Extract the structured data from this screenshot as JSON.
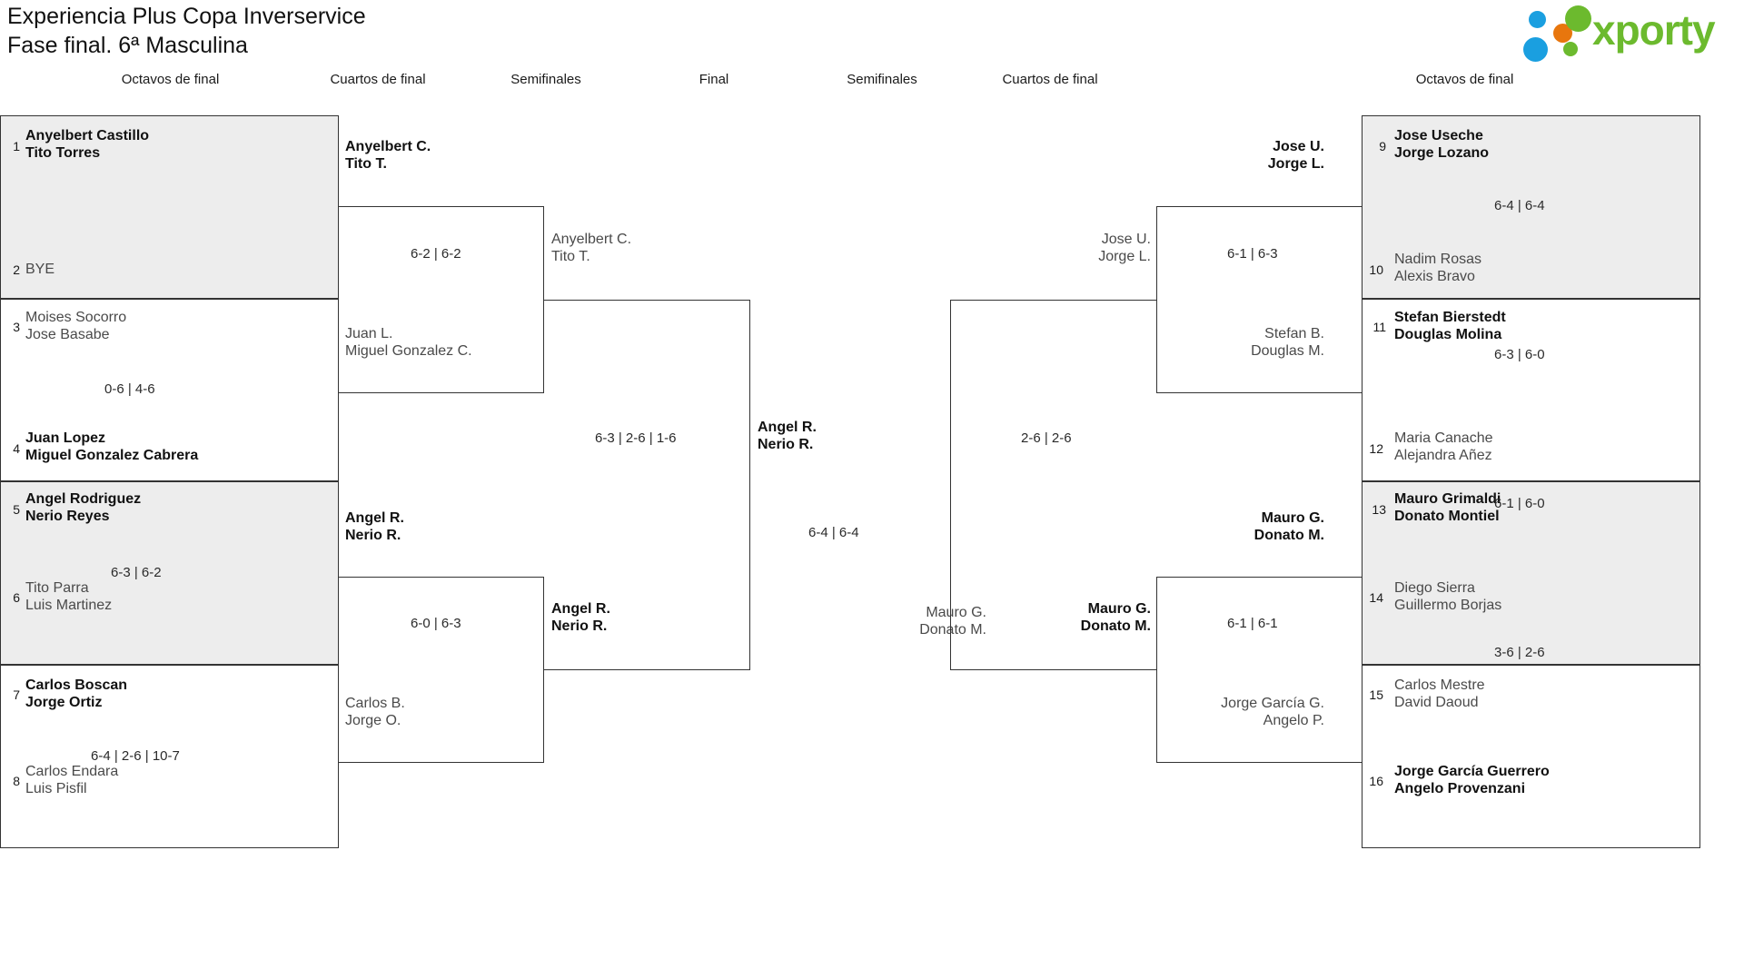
{
  "header": {
    "title_line1": "Experiencia Plus Copa Inverservice",
    "title_line2": "Fase final. 6ª Masculina",
    "logo_text": "xporty",
    "logo_colors": {
      "green": "#6cba2e",
      "blue": "#1a9fe0",
      "orange": "#e8760d"
    }
  },
  "round_headers": {
    "left_octavos": "Octavos de final",
    "left_cuartos": "Cuartos de final",
    "left_semis": "Semifinales",
    "final": "Final",
    "right_semis": "Semifinales",
    "right_cuartos": "Cuartos de final",
    "right_octavos": "Octavos de final"
  },
  "left_octavos": [
    {
      "seed": "1",
      "p1": "Anyelbert Castillo",
      "p2": "Tito Torres",
      "state": "win"
    },
    {
      "seed": "2",
      "p1": "BYE",
      "p2": "",
      "state": "lose"
    },
    {
      "seed": "3",
      "p1": "Moises Socorro",
      "p2": "Jose Basabe",
      "state": "lose"
    },
    {
      "seed": "4",
      "p1": "Juan Lopez",
      "p2": "Miguel Gonzalez Cabrera",
      "state": "win"
    },
    {
      "seed": "5",
      "p1": "Angel Rodriguez",
      "p2": "Nerio Reyes",
      "state": "win"
    },
    {
      "seed": "6",
      "p1": "Tito Parra",
      "p2": "Luis Martinez",
      "state": "lose"
    },
    {
      "seed": "7",
      "p1": "Carlos Boscan",
      "p2": "Jorge Ortiz",
      "state": "win"
    },
    {
      "seed": "8",
      "p1": "Carlos Endara",
      "p2": "Luis Pisfil",
      "state": "lose"
    }
  ],
  "left_octavos_scores": [
    "",
    "0-6 | 4-6",
    "6-3 | 6-2",
    "6-4 | 2-6 | 10-7"
  ],
  "left_cuartos": [
    {
      "p1": "Anyelbert C.",
      "p2": "Tito T.",
      "state": "win"
    },
    {
      "p1": "Juan L.",
      "p2": "Miguel Gonzalez C.",
      "state": "lose"
    },
    {
      "p1": "Angel R.",
      "p2": "Nerio R.",
      "state": "win"
    },
    {
      "p1": "Carlos B.",
      "p2": "Jorge O.",
      "state": "lose"
    }
  ],
  "left_cuartos_scores": [
    "6-2 | 6-2",
    "6-0 | 6-3"
  ],
  "left_semis": [
    {
      "p1": "Anyelbert C.",
      "p2": "Tito T.",
      "state": "lose"
    },
    {
      "p1": "Angel R.",
      "p2": "Nerio R.",
      "state": "win"
    }
  ],
  "left_semis_score": "6-3 | 2-6 | 1-6",
  "final": {
    "left_team": {
      "p1": "Angel R.",
      "p2": "Nerio R.",
      "state": "win"
    },
    "right_team": {
      "p1": "Mauro G.",
      "p2": "Donato M.",
      "state": "lose"
    },
    "score": "6-4 | 6-4"
  },
  "right_semis": [
    {
      "p1": "Jose U.",
      "p2": "Jorge L.",
      "state": "lose"
    },
    {
      "p1": "Mauro G.",
      "p2": "Donato M.",
      "state": "win"
    }
  ],
  "right_semis_score": "2-6 | 2-6",
  "right_cuartos": [
    {
      "p1": "Jose U.",
      "p2": "Jorge L.",
      "state": "win"
    },
    {
      "p1": "Stefan B.",
      "p2": "Douglas M.",
      "state": "lose"
    },
    {
      "p1": "Mauro G.",
      "p2": "Donato M.",
      "state": "win"
    },
    {
      "p1": "Jorge García G.",
      "p2": "Angelo P.",
      "state": "lose"
    }
  ],
  "right_cuartos_scores": [
    "6-1 | 6-3",
    "6-1 | 6-1"
  ],
  "right_octavos": [
    {
      "seed": "9",
      "p1": "Jose Useche",
      "p2": "Jorge Lozano",
      "state": "win"
    },
    {
      "seed": "10",
      "p1": "Nadim Rosas",
      "p2": "Alexis Bravo",
      "state": "lose"
    },
    {
      "seed": "11",
      "p1": "Stefan Bierstedt",
      "p2": "Douglas Molina",
      "state": "win"
    },
    {
      "seed": "12",
      "p1": "Maria Canache",
      "p2": "Alejandra Añez",
      "state": "lose"
    },
    {
      "seed": "13",
      "p1": "Mauro Grimaldi",
      "p2": "Donato Montiel",
      "state": "win"
    },
    {
      "seed": "14",
      "p1": "Diego Sierra",
      "p2": "Guillermo Borjas",
      "state": "lose"
    },
    {
      "seed": "15",
      "p1": "Carlos Mestre",
      "p2": "David Daoud",
      "state": "lose"
    },
    {
      "seed": "16",
      "p1": "Jorge García Guerrero",
      "p2": "Angelo Provenzani",
      "state": "win"
    }
  ],
  "right_octavos_scores": [
    "6-4 | 6-4",
    "6-3 | 6-0",
    "6-1 | 6-0",
    "3-6 | 2-6"
  ]
}
